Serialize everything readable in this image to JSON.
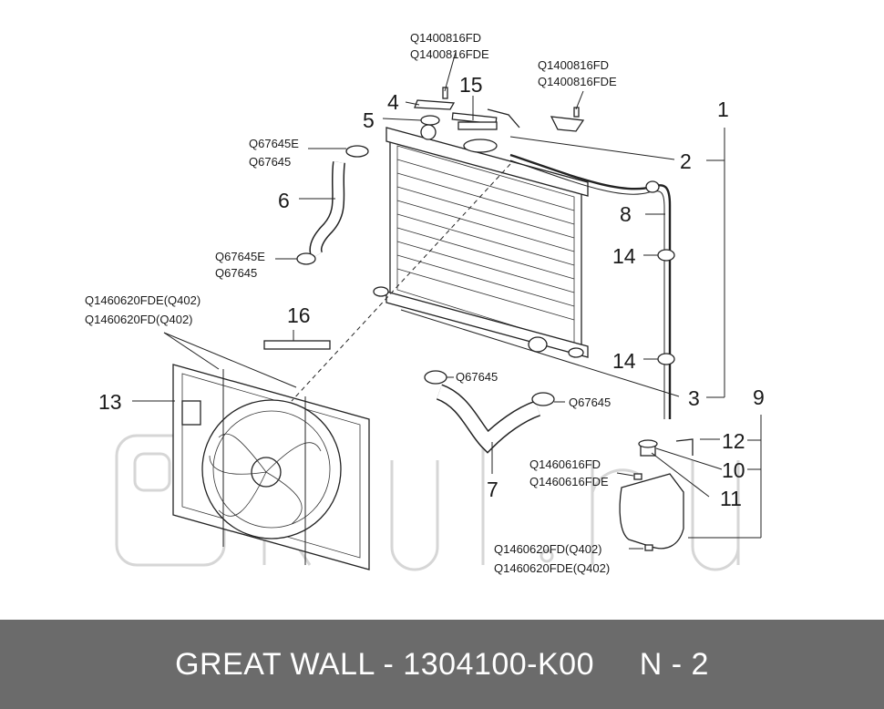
{
  "part_numbers": {
    "clamp_top_1": "Q1400816FD",
    "clamp_top_2": "Q1400816FDE",
    "clamp_right_1": "Q1400816FD",
    "clamp_right_2": "Q1400816FDE",
    "hose_upper_top_1": "Q67645E",
    "hose_upper_top_2": "Q67645",
    "hose_upper_bottom_1": "Q67645E",
    "hose_upper_bottom_2": "Q67645",
    "fan_bolt_1": "Q1460620FDE(Q402)",
    "fan_bolt_2": "Q1460620FD(Q402)",
    "hose_lower_left": "Q67645",
    "hose_lower_right": "Q67645",
    "tank_bolt_top_1": "Q1460616FD",
    "tank_bolt_top_2": "Q1460616FDE",
    "tank_bolt_bottom_1": "Q1460620FD(Q402)",
    "tank_bolt_bottom_2": "Q1460620FDE(Q402)"
  },
  "callouts": {
    "c1": "1",
    "c2": "2",
    "c3": "3",
    "c4": "4",
    "c5": "5",
    "c6": "6",
    "c7": "7",
    "c8": "8",
    "c9": "9",
    "c10": "10",
    "c11": "11",
    "c12": "12",
    "c13": "13",
    "c14a": "14",
    "c14b": "14",
    "c15": "15",
    "c16": "16"
  },
  "footer": {
    "text": "GREAT WALL - 1304100-K00     N - 2"
  },
  "colors": {
    "footer_bg": "#6b6b6b",
    "footer_text": "#ffffff",
    "line": "#222222",
    "watermark": "#d6d6d6"
  }
}
